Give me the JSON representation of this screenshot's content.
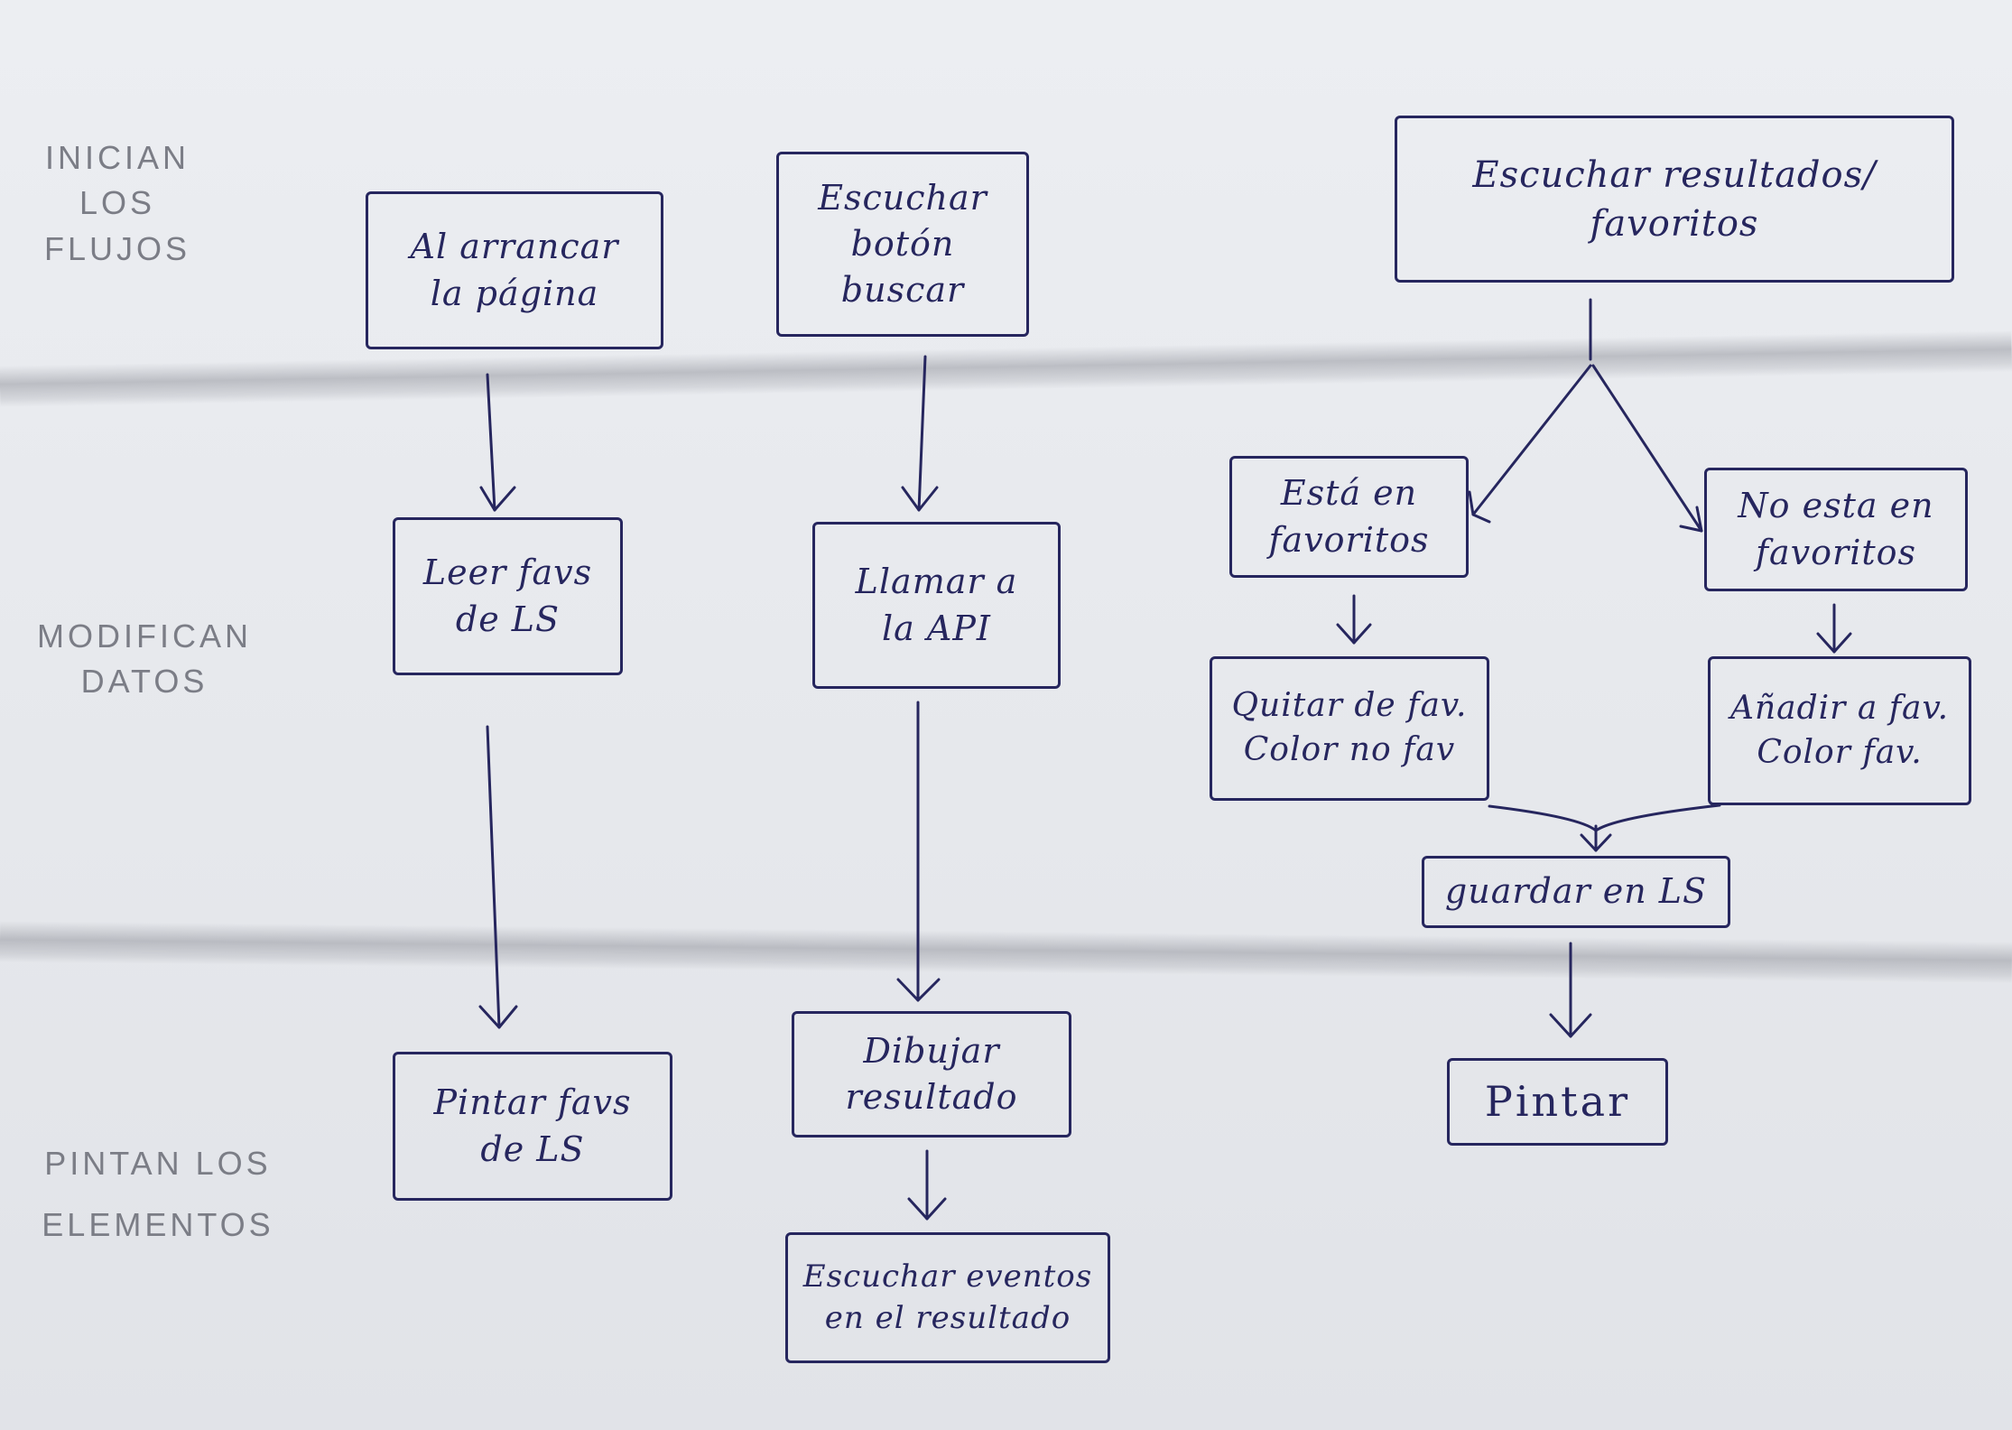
{
  "rows": {
    "row1": "INICIAN\nLOS\nFLUJOS",
    "row2": "MODIFICAN\nDATOS",
    "row3": "PINTAN LOS\nELEMENTOS"
  },
  "col1": {
    "start": "Al arrancar\nla página",
    "modify": "Leer favs\nde LS",
    "paint": "Pintar favs\nde LS"
  },
  "col2": {
    "start": "Escuchar\nbotón\nbuscar",
    "modify": "Llamar a\nla API",
    "paint": "Dibujar\nresultado",
    "events": "Escuchar eventos\nen el resultado"
  },
  "col3": {
    "start": "Escuchar resultados/\nfavoritos",
    "is_fav": "Está en\nfavoritos",
    "not_fav": "No esta en\nfavoritos",
    "remove": "Quitar de fav.\nColor no fav",
    "add": "Añadir a fav.\nColor fav.",
    "save": "guardar en LS",
    "paint": "Pintar"
  },
  "colors": {
    "ink": "#26265e",
    "pencil": "#7b7d86",
    "paper": "#e9eaee"
  }
}
